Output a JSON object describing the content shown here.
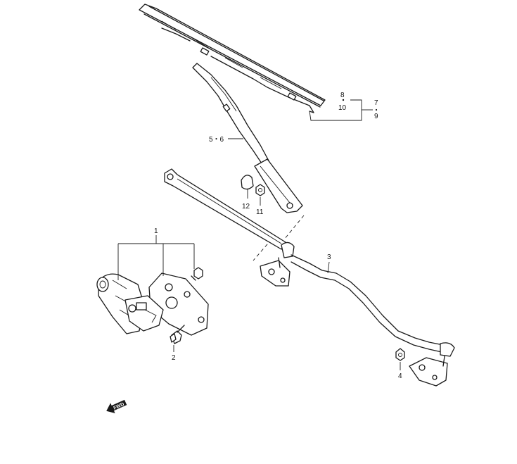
{
  "callouts": {
    "c1": "1",
    "c2": "2",
    "c3": "3",
    "c4": "4",
    "c5_6": "5・6",
    "c7": "7",
    "c8": "8",
    "c9": "9",
    "c10": "10",
    "c11": "11",
    "c12": "12"
  },
  "direction_marker": "FWD",
  "parts": [
    "wiper-motor-assembly",
    "motor-bolt",
    "wiper-linkage-rod",
    "pivot-nut",
    "wiper-arm",
    "wiper-blade",
    "pivot-cap",
    "arm-nut"
  ]
}
